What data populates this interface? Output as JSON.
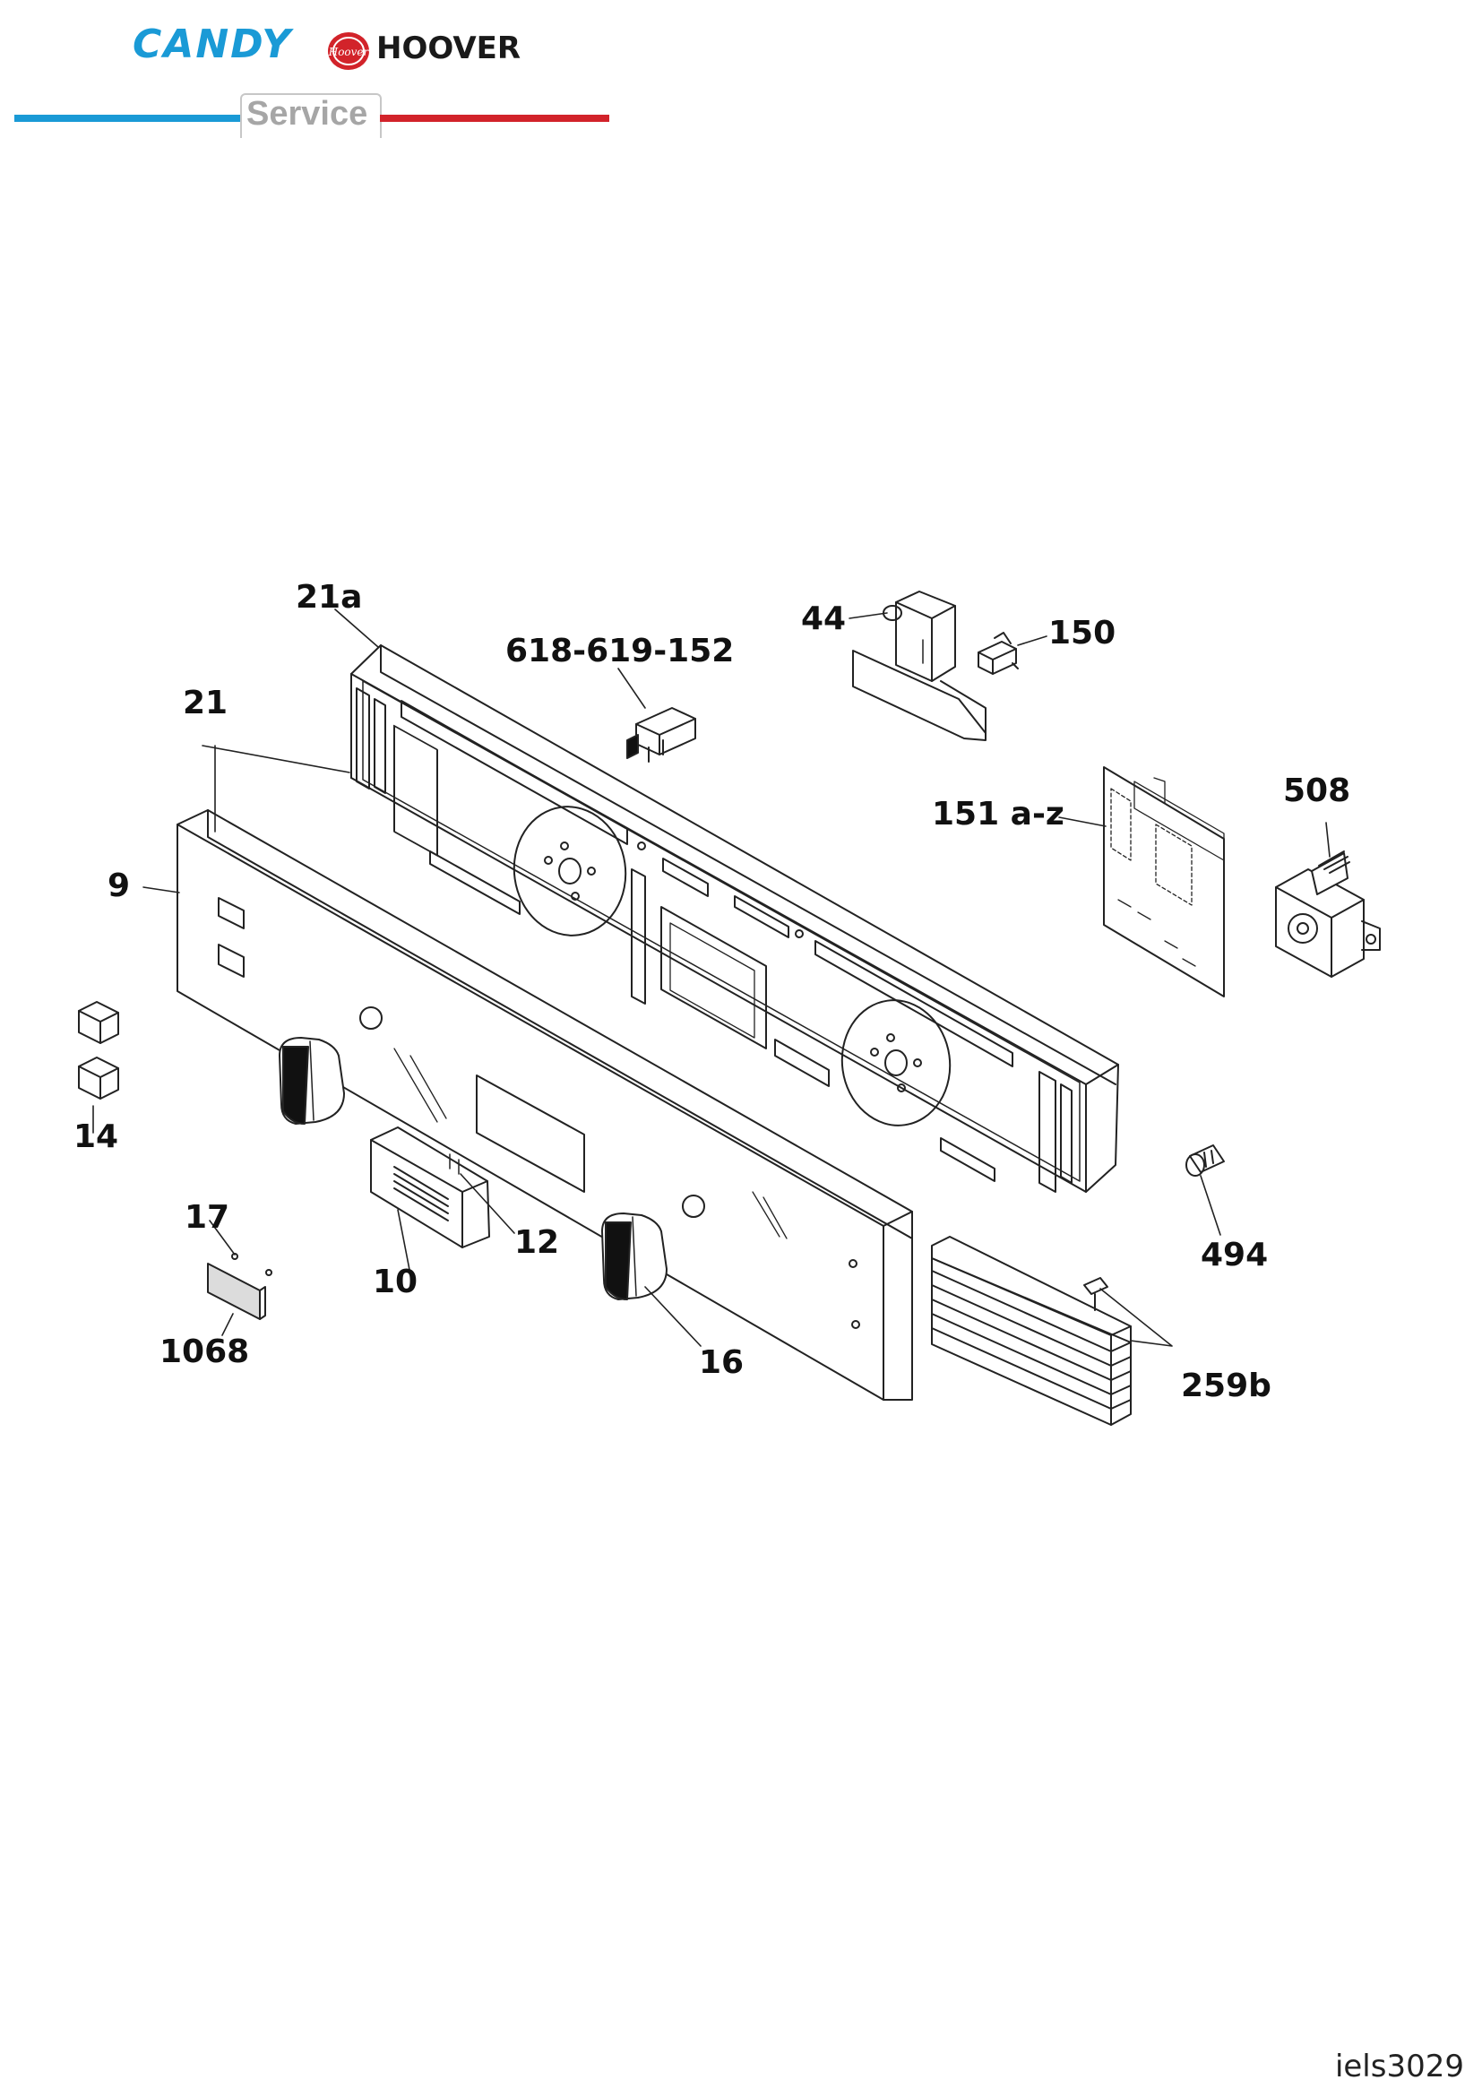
{
  "header": {
    "brand_candy": "CANDY",
    "brand_hoover": "HOOVER",
    "service_label": "Service"
  },
  "colors": {
    "candy_blue": "#1a9ad6",
    "hoover_red": "#d2232a",
    "line": "#222222"
  },
  "callouts": {
    "c21a": "21a",
    "c618": "618-619-152",
    "c44": "44",
    "c150": "150",
    "c21": "21",
    "c151": "151 a-z",
    "c508": "508",
    "c9": "9",
    "c14": "14",
    "c17": "17",
    "c12": "12",
    "c10": "10",
    "c1068": "1068",
    "c16": "16",
    "c494": "494",
    "c259b": "259b"
  },
  "footer": {
    "code": "iels3029"
  }
}
